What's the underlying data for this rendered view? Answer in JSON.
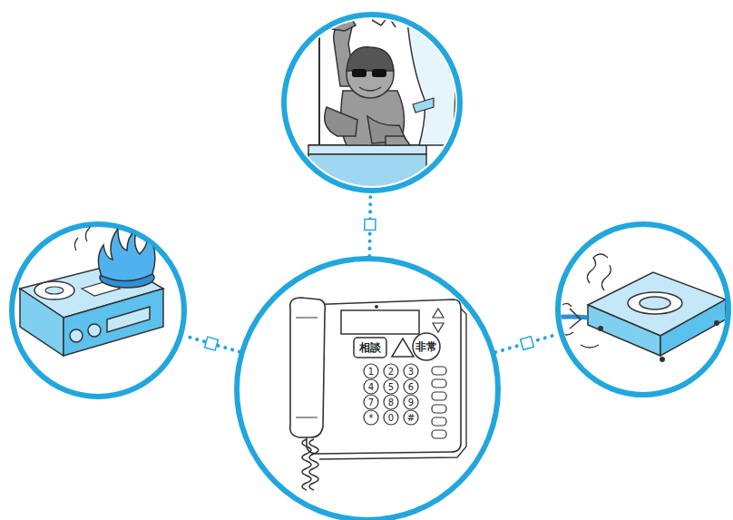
{
  "diagram": {
    "nodes": [
      {
        "text": []
      },
      {
        "text": []
      },
      {
        "text": []
      },
      {
        "text": []
      }
    ],
    "edges": [
      {
        "from": 2,
        "to": 0,
        "arrow": "none"
      },
      {
        "from": 2,
        "to": 1,
        "arrow": "none"
      },
      {
        "from": 2,
        "to": 3,
        "arrow": "none"
      }
    ],
    "labels": [
      "相談",
      "非常",
      "1",
      "2",
      "3",
      "4",
      "5",
      "6",
      "7",
      "8",
      "9",
      "*",
      "0",
      "#"
    ]
  }
}
